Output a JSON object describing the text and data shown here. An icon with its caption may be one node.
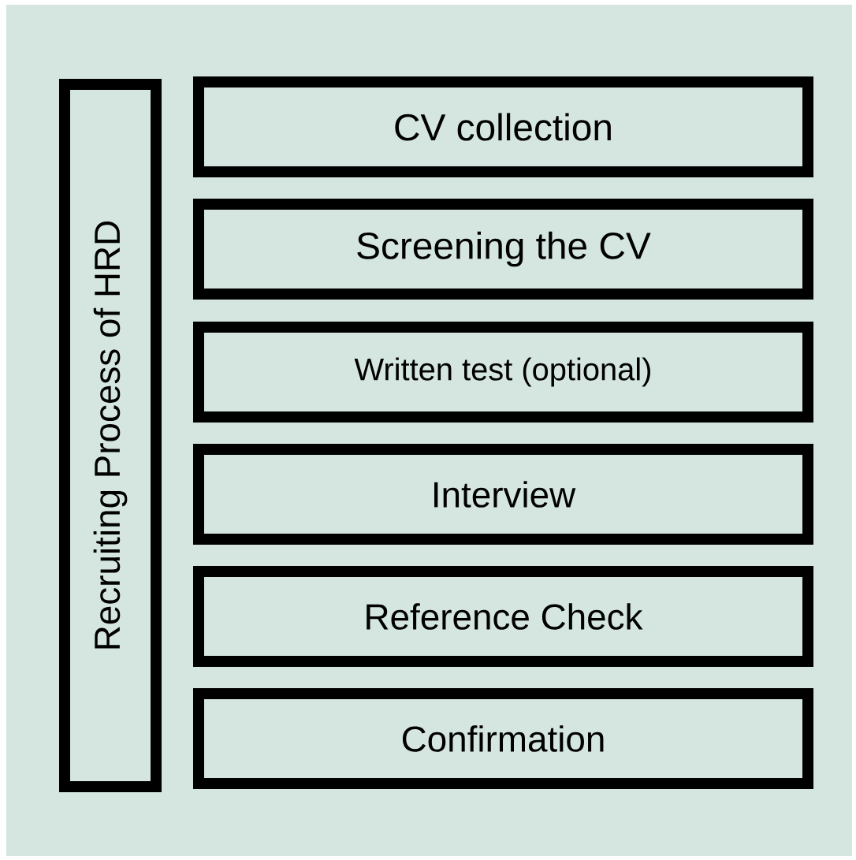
{
  "diagram": {
    "nodes": [
      {
        "text": [
          "Recruiting Process of HRD"
        ]
      },
      {
        "text": [
          "CV collection"
        ]
      },
      {
        "text": [
          "Screening the CV"
        ]
      },
      {
        "text": [
          "Written test (optional)"
        ]
      },
      {
        "text": [
          "Interview"
        ]
      },
      {
        "text": [
          "Reference Check"
        ]
      },
      {
        "text": [
          "Confirmation"
        ]
      }
    ]
  }
}
